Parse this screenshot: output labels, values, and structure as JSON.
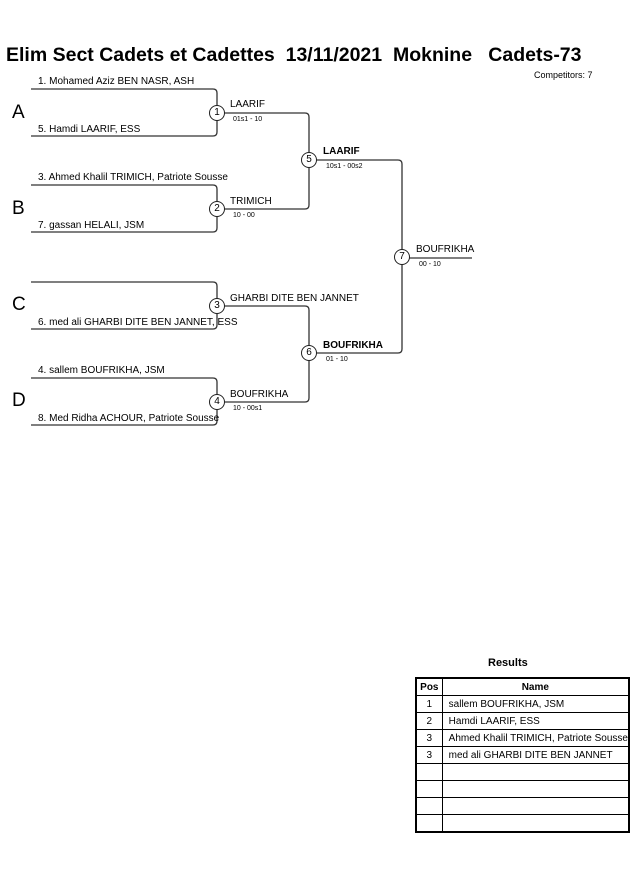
{
  "header": {
    "title": "Elim Sect Cadets et Cadettes  13/11/2021  Moknine   Cadets-73",
    "competitors": "Competitors: 7"
  },
  "groups": [
    "A",
    "B",
    "C",
    "D"
  ],
  "round1": [
    {
      "top": "1. Mohamed Aziz BEN NASR, ASH",
      "bottom": "5. Hamdi LAARIF, ESS"
    },
    {
      "top": "3. Ahmed Khalil TRIMICH, Patriote Sousse",
      "bottom": "7. gassan HELALI, JSM"
    },
    {
      "top": "",
      "bottom": "6. med ali GHARBI DITE BEN JANNET, ESS"
    },
    {
      "top": "4. sallem BOUFRIKHA, JSM",
      "bottom": "8. Med Ridha ACHOUR, Patriote Sousse"
    }
  ],
  "bouts": [
    {
      "number": "1",
      "winner": "LAARIF",
      "score": "01s1 - 10"
    },
    {
      "number": "2",
      "winner": "TRIMICH",
      "score": "10 - 00"
    },
    {
      "number": "3",
      "winner": "GHARBI DITE BEN JANNET",
      "score": ""
    },
    {
      "number": "4",
      "winner": "BOUFRIKHA",
      "score": "10 - 00s1"
    },
    {
      "number": "5",
      "winner": "LAARIF",
      "score": "10s1 - 00s2"
    },
    {
      "number": "6",
      "winner": "BOUFRIKHA",
      "score": "01 - 10"
    },
    {
      "number": "7",
      "winner": "BOUFRIKHA",
      "score": "00 - 10"
    }
  ],
  "results": {
    "title": "Results",
    "columns": [
      "Pos",
      "Name"
    ],
    "rows": [
      {
        "pos": "1",
        "name": "sallem BOUFRIKHA, JSM"
      },
      {
        "pos": "2",
        "name": "Hamdi LAARIF, ESS"
      },
      {
        "pos": "3",
        "name": "Ahmed Khalil TRIMICH, Patriote Sousse"
      },
      {
        "pos": "3",
        "name": "med ali GHARBI DITE BEN JANNET"
      },
      {
        "pos": "",
        "name": ""
      },
      {
        "pos": "",
        "name": ""
      },
      {
        "pos": "",
        "name": ""
      },
      {
        "pos": "",
        "name": ""
      }
    ]
  }
}
